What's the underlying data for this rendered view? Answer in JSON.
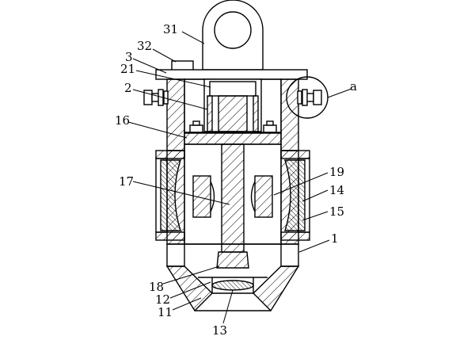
{
  "labels": {
    "l31": "31",
    "l32": "32",
    "l3": "3",
    "l21": "21",
    "l2": "2",
    "l16": "16",
    "l17": "17",
    "l19": "19",
    "l14": "14",
    "l15": "15",
    "l1": "1",
    "l18": "18",
    "l12": "12",
    "l11": "11",
    "l13": "13",
    "la": "a"
  }
}
